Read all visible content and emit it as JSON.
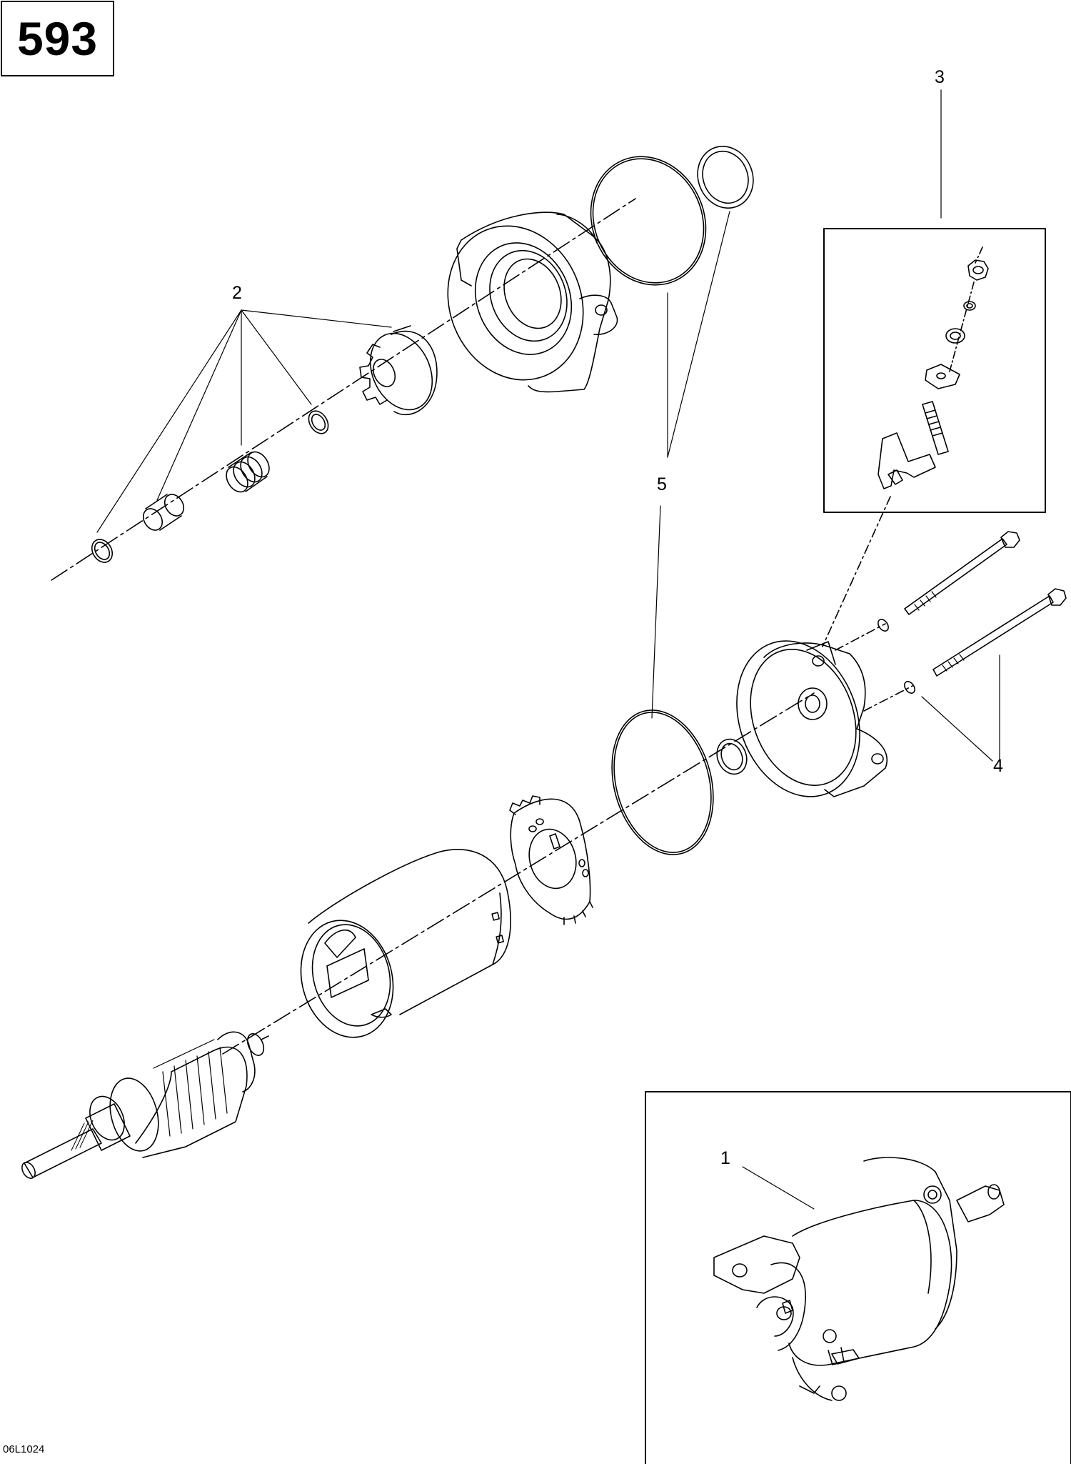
{
  "page_number": "593",
  "drawing_code": "06L1024",
  "callouts": {
    "c1": "1",
    "c2": "2",
    "c3": "3",
    "c4": "4",
    "c5": "5"
  },
  "colors": {
    "line": "#000000",
    "background": "#ffffff"
  }
}
